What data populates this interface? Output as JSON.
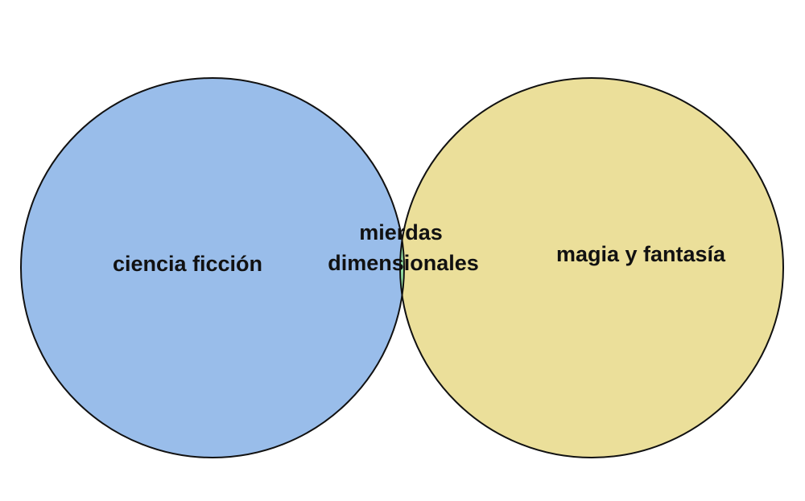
{
  "venn": {
    "left_set": {
      "label": "ciencia ficción",
      "color": "#99bdea"
    },
    "right_set": {
      "label": "magia y fantasía",
      "color": "#ebdf9a"
    },
    "intersection": {
      "label_line1": "mierdas",
      "label_line2": "dimensionales",
      "color": "#99eaa9"
    },
    "outline_color": "#111111"
  }
}
